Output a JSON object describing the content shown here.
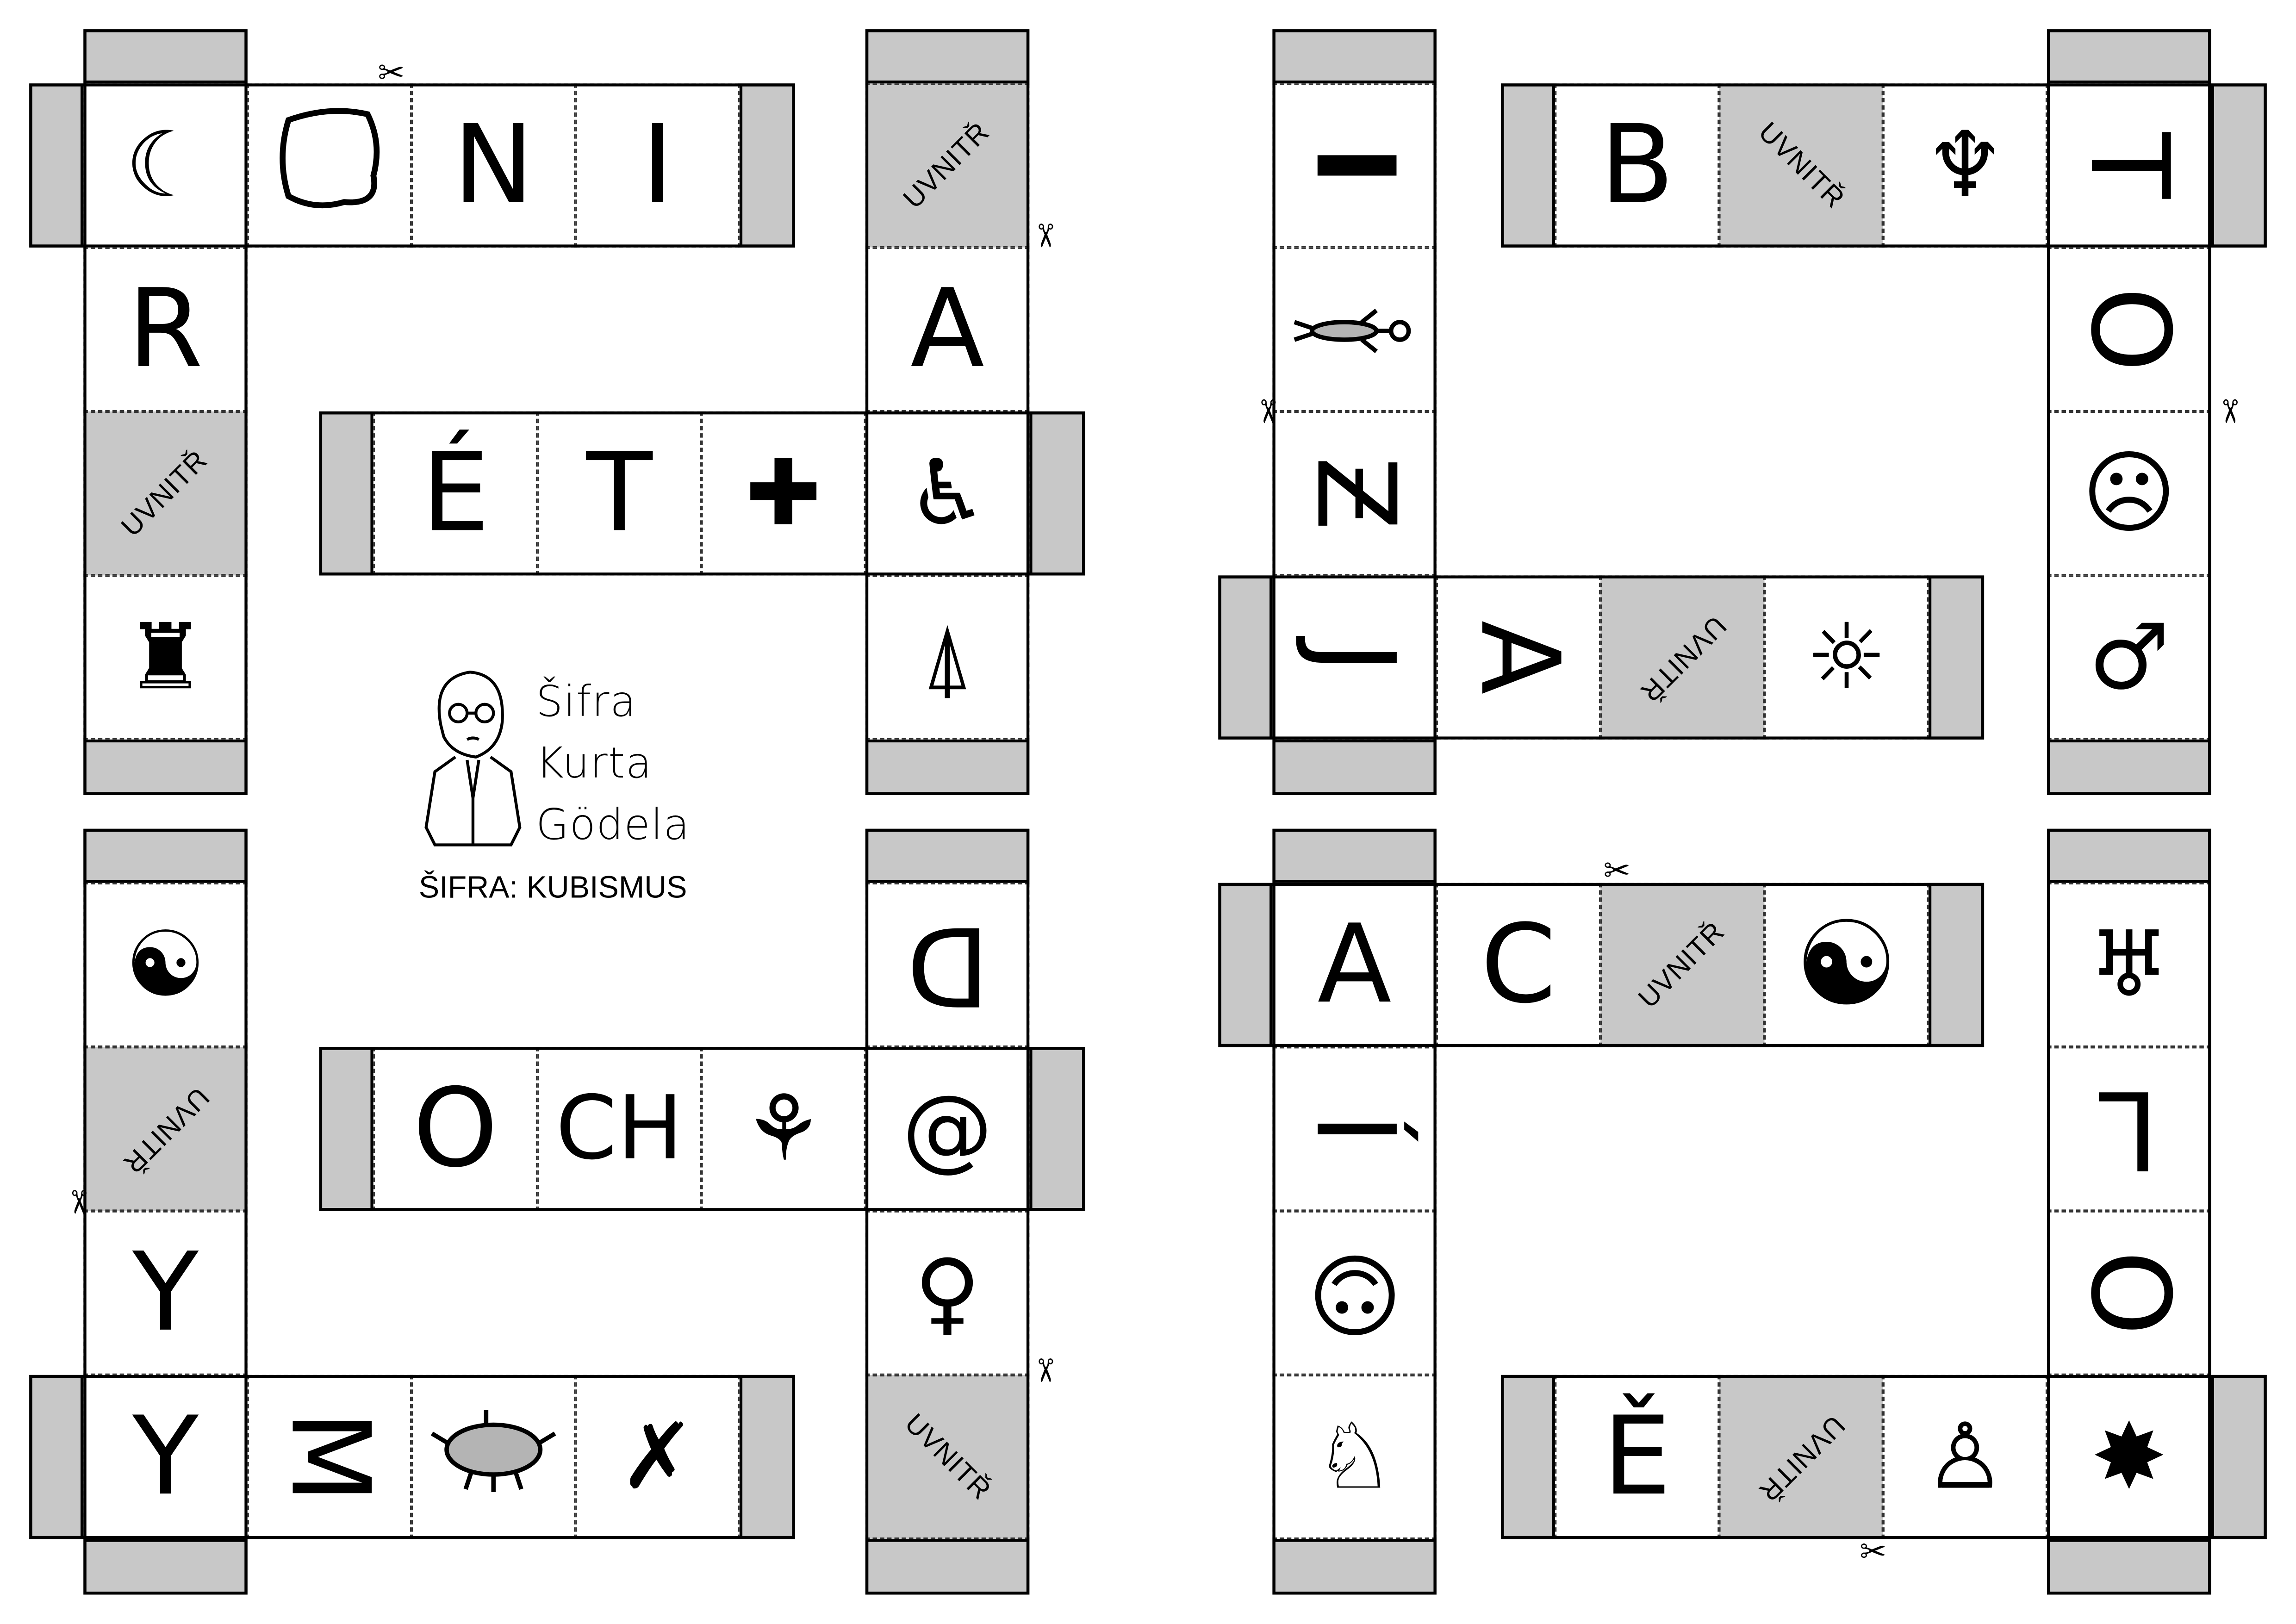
{
  "logo": {
    "line1": "Šifra",
    "line2": "Kurta",
    "line3": "Gödela"
  },
  "cipher_label": "ŠIFRA: KUBISMUS",
  "inside_label": "UVNITŘ",
  "colors": {
    "fold_tab": "#c8c8c8",
    "outline": "#000000"
  },
  "nets": [
    {
      "cells": [
        {
          "icon": "moon-star"
        },
        {
          "icon": "blob"
        },
        {
          "letter": "N"
        },
        {
          "letter": "I"
        },
        {
          "letter": "R"
        },
        {
          "inside": true
        },
        {
          "icon": "fallen-figure"
        },
        {
          "inside": true
        },
        {
          "letter": "A"
        },
        {
          "letter": "É"
        },
        {
          "letter": "T"
        },
        {
          "icon": "plus"
        },
        {
          "icon": "stooped-man"
        },
        {
          "icon": "rocket"
        }
      ]
    },
    {
      "cells": [
        {
          "icon": "yin-yang-outline"
        },
        {
          "inside": true
        },
        {
          "letter": "Y"
        },
        {
          "letter": "Y"
        },
        {
          "letter": "M"
        },
        {
          "icon": "gray-creature"
        },
        {
          "icon": "lying-figure"
        },
        {
          "letter": "D"
        },
        {
          "icon": "snail"
        },
        {
          "icon": "female-symbol"
        },
        {
          "inside": true
        },
        {
          "letter": "O"
        },
        {
          "letter": "CH"
        },
        {
          "icon": "small-figure"
        }
      ]
    },
    {
      "cells": [
        {
          "letter": "I"
        },
        {
          "icon": "bug"
        },
        {
          "letter": "Ƶ"
        },
        {
          "letter": "J"
        },
        {
          "letter": "A"
        },
        {
          "inside": true
        },
        {
          "icon": "sun"
        },
        {
          "letter": "B"
        },
        {
          "inside": true
        },
        {
          "icon": "angel"
        },
        {
          "letter": "T"
        },
        {
          "letter": "O"
        },
        {
          "icon": "sad-face"
        },
        {
          "icon": "male-symbol"
        }
      ]
    },
    {
      "cells": [
        {
          "letter": "A"
        },
        {
          "letter": "C"
        },
        {
          "inside": true
        },
        {
          "icon": "yin-yang-filled"
        },
        {
          "letter": "Í"
        },
        {
          "icon": "upside-down-face"
        },
        {
          "icon": "blowing-figure"
        },
        {
          "letter": "Ě"
        },
        {
          "inside": true
        },
        {
          "icon": "swaddled-baby"
        },
        {
          "icon": "explosion"
        },
        {
          "icon": "devil-figure"
        },
        {
          "letter": "L"
        },
        {
          "letter": "O"
        }
      ]
    }
  ]
}
